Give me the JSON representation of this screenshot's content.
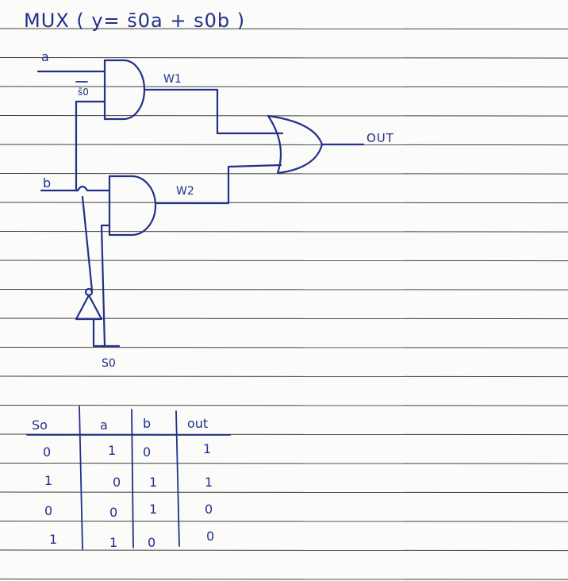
{
  "title": "MUX ( y= s̄0a + s0b )",
  "labels": {
    "input_a": "a",
    "s0_bar": "s̄0",
    "wire_w1": "W1",
    "output": "OUT",
    "input_b": "b",
    "wire_w2": "W2",
    "select": "S0"
  },
  "truth_table": {
    "headers": [
      "So",
      "a",
      "b",
      "out"
    ],
    "rows": [
      [
        "0",
        "1",
        "0",
        "1"
      ],
      [
        "1",
        "0",
        "1",
        "1"
      ],
      [
        "0",
        "0",
        "1",
        "0"
      ],
      [
        "1",
        "1",
        "0",
        "0"
      ]
    ]
  },
  "colors": {
    "ink": "#23308a",
    "ruled_lines": "#1e1e1e",
    "paper": "#fbfbf9"
  }
}
